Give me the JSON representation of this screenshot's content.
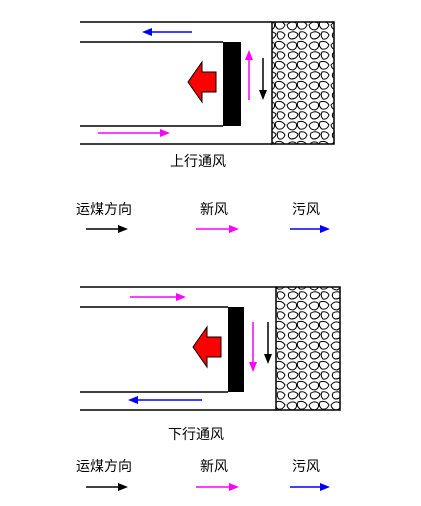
{
  "panels": [
    {
      "caption": "上行通风",
      "legend": {
        "coal": "运煤方向",
        "fresh": "新风",
        "foul": "污风"
      }
    },
    {
      "caption": "下行通风",
      "legend": {
        "coal": "运煤方向",
        "fresh": "新风",
        "foul": "污风"
      }
    }
  ],
  "colors": {
    "coal": "#000000",
    "fresh": "#ff00ff",
    "foul": "#0000ff",
    "advance": "#ff0000"
  },
  "icons": [
    "advance-arrow-icon",
    "coal-arrow-icon",
    "fresh-arrow-icon",
    "foul-arrow-icon"
  ]
}
